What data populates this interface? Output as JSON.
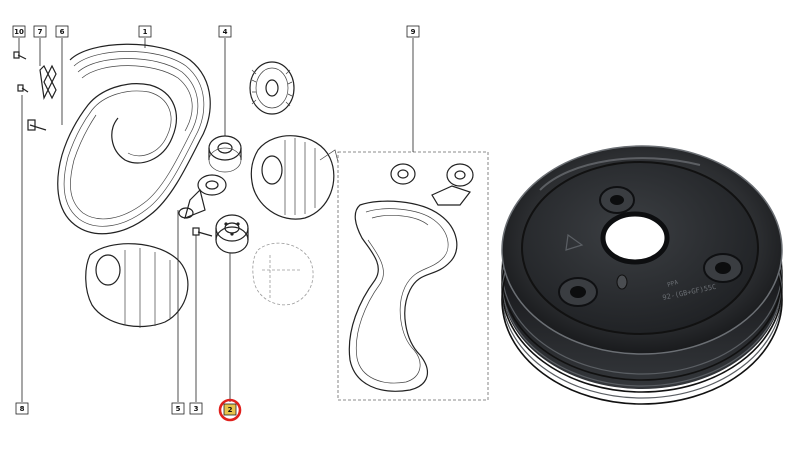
{
  "callouts": [
    {
      "id": "c10",
      "label": "10"
    },
    {
      "id": "c7",
      "label": "7"
    },
    {
      "id": "c6",
      "label": "6"
    },
    {
      "id": "c1",
      "label": "1"
    },
    {
      "id": "c4",
      "label": "4"
    },
    {
      "id": "c9",
      "label": "9"
    },
    {
      "id": "c8",
      "label": "8"
    },
    {
      "id": "c5",
      "label": "5"
    },
    {
      "id": "c3",
      "label": "3"
    },
    {
      "id": "c2",
      "label": "2"
    }
  ],
  "highlight": {
    "callout": "2",
    "color": "#e0201c"
  },
  "photo": {
    "emboss_text_a": "92-(GB+GF)55C",
    "emboss_text_b": "PPA"
  },
  "colors": {
    "line": "#222222",
    "pulley_body": "#2b2d30",
    "pulley_highlight": "#6b6f74",
    "label_fill": "#e8c24a",
    "ring": "#e0201c"
  }
}
